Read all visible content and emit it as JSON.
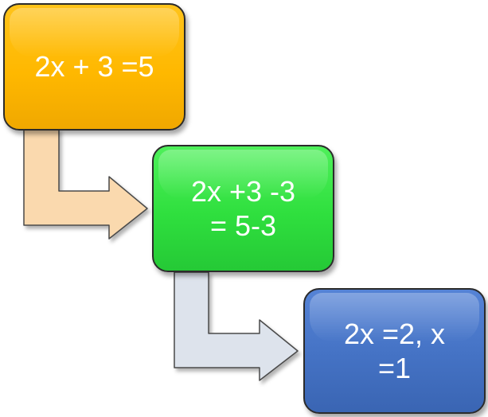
{
  "steps": [
    {
      "text": "2x + 3 =5",
      "color": "#FFB800"
    },
    {
      "text": "2x +3 -3\n= 5-3",
      "color": "#2FDF3E"
    },
    {
      "text": "2x =2, x\n=1",
      "color": "#4472C4"
    }
  ],
  "connectors": [
    {
      "fill": "#FAD9AE",
      "direction": "down-then-right"
    },
    {
      "fill": "#DDE3EC",
      "direction": "down-then-right"
    }
  ]
}
